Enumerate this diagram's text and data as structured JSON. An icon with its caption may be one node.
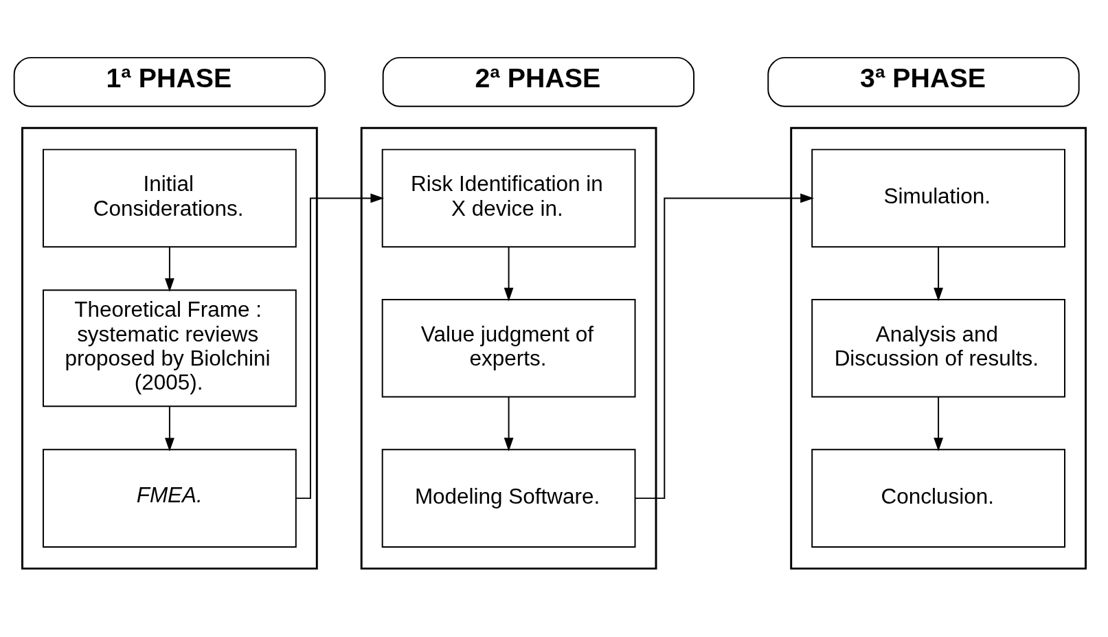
{
  "diagram": {
    "nodes": [
      {
        "text": [
          "1ª PHASE"
        ]
      },
      {
        "text": [
          "2ª PHASE"
        ]
      },
      {
        "text": [
          "3ª PHASE"
        ]
      },
      {
        "text": [],
        "shape": "box"
      },
      {
        "text": [
          "Initial Considerations."
        ],
        "in": 3
      },
      {
        "text": [
          "Theoretical Frame : systematic reviews proposed by Biolchini (2005)."
        ],
        "in": 3
      },
      {
        "text": [
          "FMEA."
        ],
        "in": 3
      },
      {
        "text": [],
        "shape": "box"
      },
      {
        "text": [
          "Risk Identification in X device in."
        ],
        "in": 7
      },
      {
        "text": [
          "Value judgment of experts."
        ],
        "in": 7
      },
      {
        "text": [
          "Modeling Software."
        ],
        "in": 7
      },
      {
        "text": [],
        "shape": "box"
      },
      {
        "text": [
          "Simulation."
        ],
        "in": 11
      },
      {
        "text": [
          "Analysis and Discussion of results."
        ],
        "in": 11
      },
      {
        "text": [
          "Conclusion."
        ],
        "in": 11
      }
    ],
    "edges": [
      {
        "from": 4,
        "to": 5,
        "arrow": "to"
      },
      {
        "from": 5,
        "to": 6,
        "arrow": "to"
      },
      {
        "from": 6,
        "to": 8,
        "arrow": "to"
      },
      {
        "from": 8,
        "to": 9,
        "arrow": "to"
      },
      {
        "from": 9,
        "to": 10,
        "arrow": "to"
      },
      {
        "from": 10,
        "to": 12,
        "arrow": "to"
      },
      {
        "from": 12,
        "to": 13,
        "arrow": "to"
      },
      {
        "from": 13,
        "to": 14,
        "arrow": "to"
      }
    ]
  }
}
